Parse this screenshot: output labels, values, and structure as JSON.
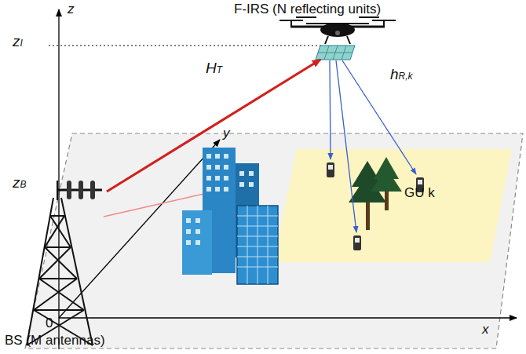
{
  "diagram": {
    "labels": [
      "F-IRS (N reflecting units)",
      "z",
      "zI",
      "y",
      "HT",
      "hR,k",
      "zB",
      "GU k",
      "x",
      "0",
      "BS (M antennas)"
    ]
  }
}
